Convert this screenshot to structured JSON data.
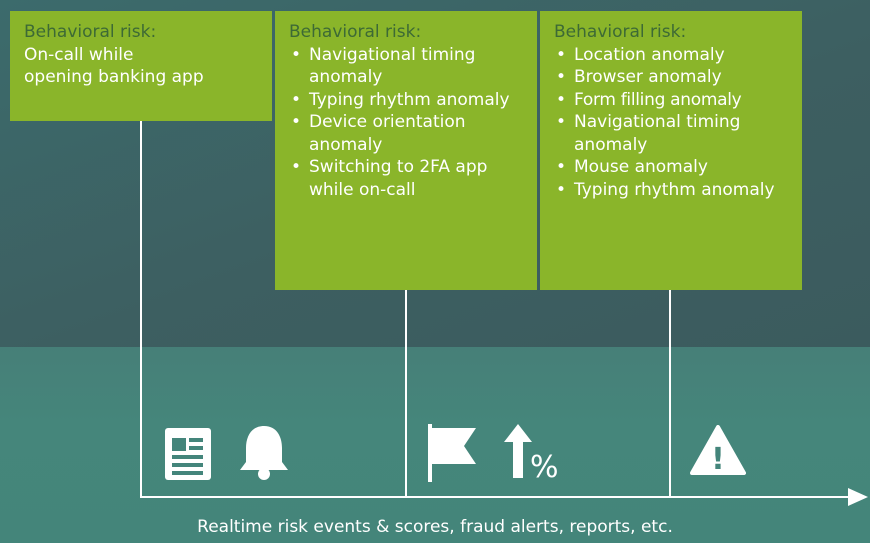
{
  "boxes": [
    {
      "heading": "Behavioral risk:",
      "text": "On-call while\nopening banking app",
      "items": []
    },
    {
      "heading": "Behavioral risk:",
      "items": [
        "Navigational timing anomaly",
        "Typing rhythm anomaly",
        "Device orientation anomaly",
        "Switching to 2FA app while on-call"
      ]
    },
    {
      "heading": "Behavioral risk:",
      "items": [
        "Location anomaly",
        "Browser anomaly",
        "Form filling anomaly",
        "Navigational timing anomaly",
        "Mouse anomaly",
        "Typing rhythm anomaly"
      ]
    }
  ],
  "icons": [
    "news-icon",
    "bell-icon",
    "flag-icon",
    "percent-up-icon",
    "warning-icon"
  ],
  "percent_symbol": "%",
  "warning_symbol": "!",
  "caption": "Realtime risk events & scores, fraud alerts, reports, etc.",
  "colors": {
    "box": "#8ab52a",
    "heading": "#3d6a35",
    "line": "#ffffff"
  }
}
